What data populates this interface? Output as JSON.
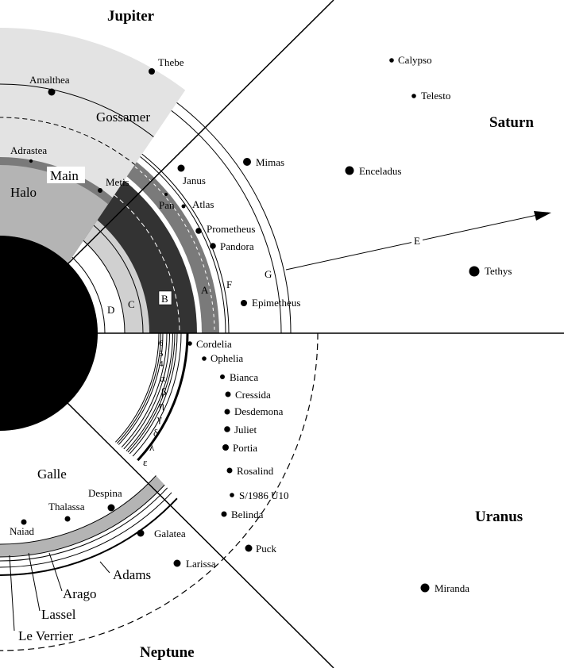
{
  "planets": {
    "jupiter": "Jupiter",
    "saturn": "Saturn",
    "uranus": "Uranus",
    "neptune": "Neptune"
  },
  "jupiter": {
    "rings": {
      "gossamer": "Gossamer",
      "main": "Main",
      "halo": "Halo"
    },
    "moons": {
      "thebe": "Thebe",
      "amalthea": "Amalthea",
      "adrastea": "Adrastea",
      "metis": "Metis"
    }
  },
  "saturn": {
    "rings": {
      "d": "D",
      "c": "C",
      "b": "B",
      "a": "A",
      "f": "F",
      "g": "G",
      "e": "E"
    },
    "moons": {
      "calypso": "Calypso",
      "telesto": "Telesto",
      "mimas": "Mimas",
      "enceladus": "Enceladus",
      "janus": "Janus",
      "pan": "Pan",
      "atlas": "Atlas",
      "prometheus": "Prometheus",
      "pandora": "Pandora",
      "tethys": "Tethys",
      "epimetheus": "Epimetheus"
    }
  },
  "uranus": {
    "rings": [
      "6",
      "5",
      "4",
      "α",
      "β",
      "η",
      "γ",
      "δ",
      "λ",
      "ε"
    ],
    "moons": {
      "cordelia": "Cordelia",
      "ophelia": "Ophelia",
      "bianca": "Bianca",
      "cressida": "Cressida",
      "desdemona": "Desdemona",
      "juliet": "Juliet",
      "portia": "Portia",
      "rosalind": "Rosalind",
      "s1986u10": "S/1986 U10",
      "belinda": "Belinda",
      "puck": "Puck",
      "miranda": "Miranda"
    }
  },
  "neptune": {
    "rings": {
      "galle": "Galle",
      "adams": "Adams",
      "arago": "Arago",
      "lassel": "Lassel",
      "leverrier": "Le Verrier"
    },
    "moons": {
      "despina": "Despina",
      "thalassa": "Thalassa",
      "naiad": "Naiad",
      "galatea": "Galatea",
      "larissa": "Larissa"
    }
  },
  "colors": {
    "planet": "#000000",
    "light_gray": "#e3e3e3",
    "mid_gray": "#b4b4b4",
    "dark_gray": "#7a7a7a",
    "dark_ring": "#333333"
  }
}
